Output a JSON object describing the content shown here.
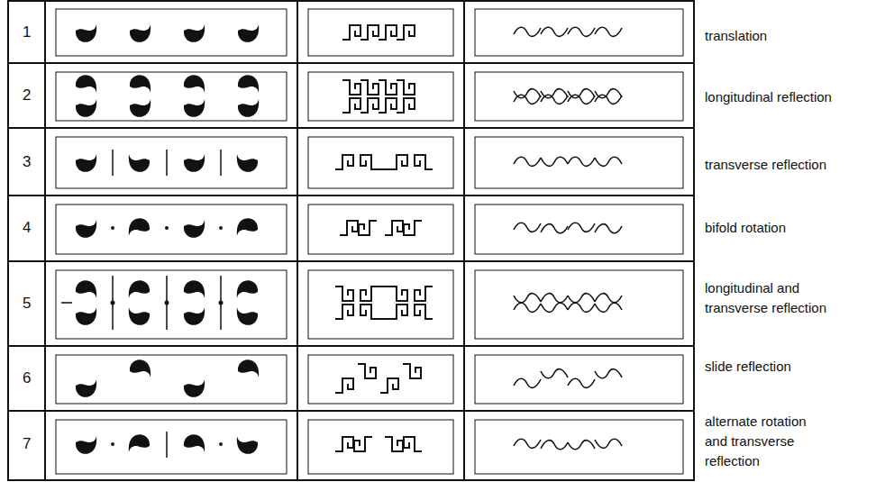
{
  "diagram": {
    "labels": [
      "1",
      "translation",
      "2",
      "longitudinal reflection",
      "3",
      "transverse reflection",
      "4",
      "bifold rotation",
      "5",
      "longitudinal and transverse reflection",
      "6",
      "slide reflection",
      "7",
      "alternate rotation and transverse reflection"
    ]
  }
}
